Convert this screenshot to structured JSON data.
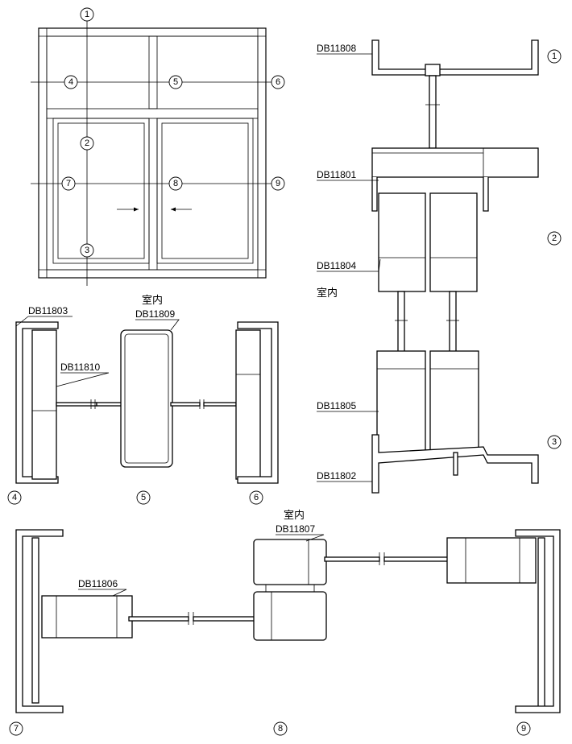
{
  "section_markers": [
    "1",
    "2",
    "3",
    "4",
    "5",
    "6",
    "7",
    "8",
    "9"
  ],
  "indoor_label": "室内",
  "profile_codes": {
    "db11808": "DB11808",
    "db11801": "DB11801",
    "db11804": "DB11804",
    "db11805": "DB11805",
    "db11802": "DB11802",
    "db11803": "DB11803",
    "db11809": "DB11809",
    "db11810": "DB11810",
    "db11806": "DB11806",
    "db11807": "DB11807"
  }
}
